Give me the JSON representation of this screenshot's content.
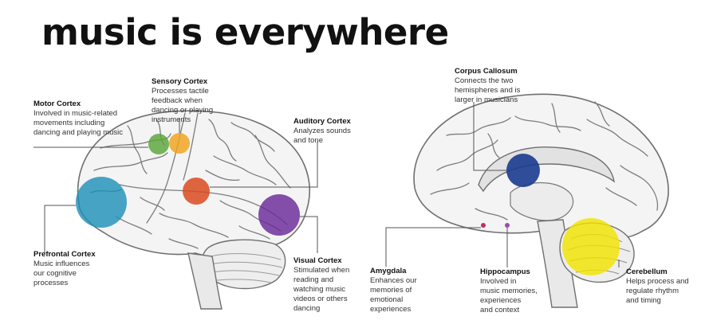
{
  "title": "music is everywhere",
  "colors": {
    "motor": "#5aa538",
    "sensory": "#f0a21c",
    "auditory": "#d94a1f",
    "prefrontal": "#1c8fb6",
    "visual": "#6a2a9a",
    "corpus_callosum": "#1b3b8f",
    "amygdala": "#c0305a",
    "hippocampus": "#9b4bb0",
    "cerebellum": "#f2e400"
  },
  "regions": {
    "motor_cortex": {
      "name": "Motor Cortex",
      "desc": [
        "Involved in music-related",
        "movements including",
        "dancing and playing music"
      ]
    },
    "sensory_cortex": {
      "name": "Sensory Cortex",
      "desc": [
        "Processes tactile",
        "feedback when",
        "dancing or playing",
        "instruments"
      ]
    },
    "auditory_cortex": {
      "name": "Auditory Cortex",
      "desc": [
        "Analyzes sounds",
        "and tone"
      ]
    },
    "prefrontal_cortex": {
      "name": "Prefrontal Cortex",
      "desc": [
        "Music influences",
        "our cognitive",
        "processes"
      ]
    },
    "visual_cortex": {
      "name": "Visual Cortex",
      "desc": [
        "Stimulated when",
        "reading and",
        "watching music",
        "videos or others",
        "dancing"
      ]
    },
    "corpus_callosum": {
      "name": "Corpus Callosum",
      "desc": [
        "Connects the two",
        "hemispheres and is",
        "larger in musicians"
      ]
    },
    "amygdala": {
      "name": "Amygdala",
      "desc": [
        "Enhances our",
        "memories of",
        "emotional",
        "experiences"
      ]
    },
    "hippocampus": {
      "name": "Hippocampus",
      "desc": [
        "Involved in",
        "music memories,",
        "experiences",
        "and context"
      ]
    },
    "cerebellum": {
      "name": "Cerebellum",
      "desc": [
        "Helps process and",
        "regulate rhythm",
        "and timing"
      ]
    }
  }
}
